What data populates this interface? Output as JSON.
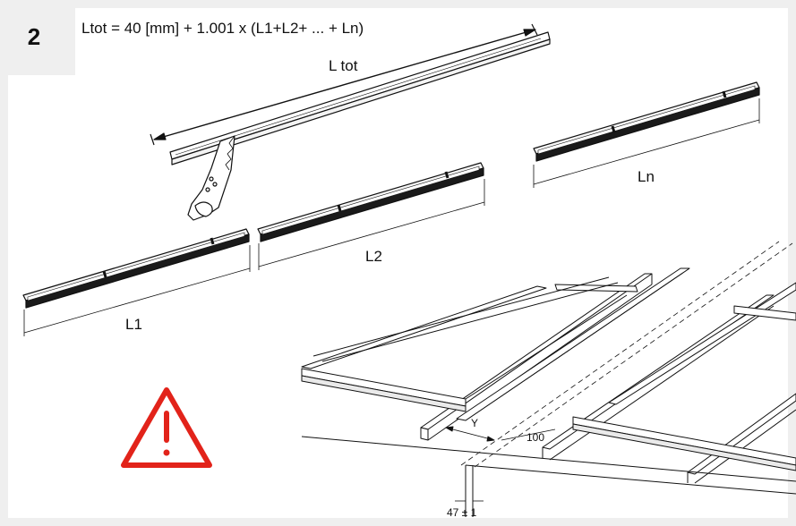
{
  "step_number": "2",
  "formula": "Ltot = 40 [mm] + 1.001 x (L1+L2+ ... + Ln)",
  "labels": {
    "l_tot": "L tot",
    "ln": "Ln",
    "l2": "L2",
    "l1": "L1",
    "y": "Y",
    "offset": "100",
    "tolerance": "47 ± 1"
  },
  "colors": {
    "warning": "#e2231a",
    "panel": "#efefef",
    "line": "#111111"
  },
  "icons": [
    "saw-icon",
    "warning-icon"
  ]
}
